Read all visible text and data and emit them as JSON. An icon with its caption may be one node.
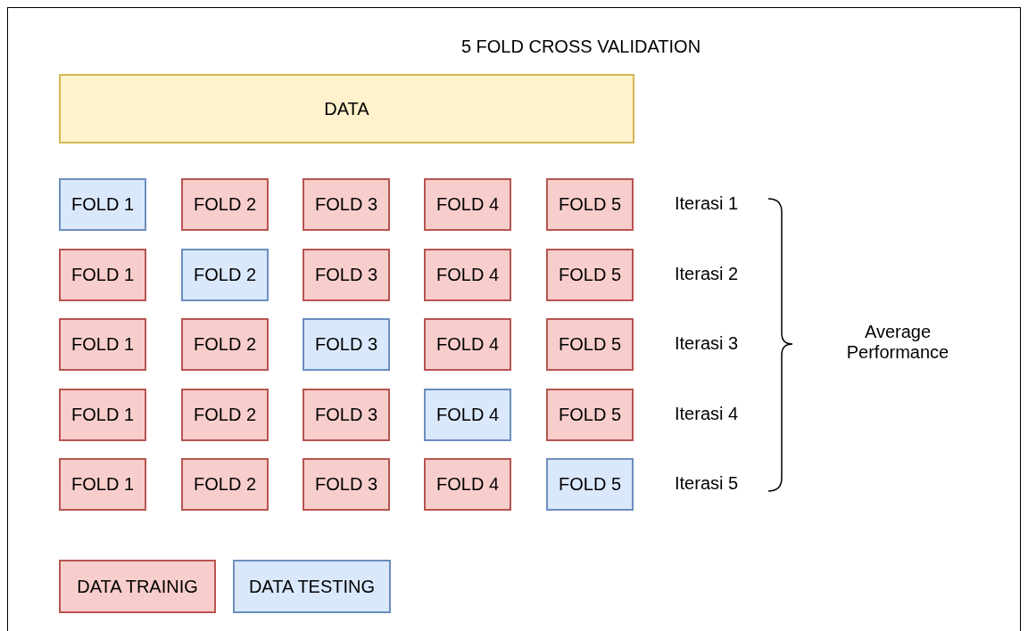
{
  "diagram": {
    "title": "5 FOLD CROSS VALIDATION",
    "nodes": [
      {
        "text": [
          "DATA"
        ]
      },
      {
        "text": [
          "FOLD 1"
        ]
      },
      {
        "text": [
          "FOLD 2"
        ]
      },
      {
        "text": [
          "FOLD 3"
        ]
      },
      {
        "text": [
          "FOLD 4"
        ]
      },
      {
        "text": [
          "FOLD 5"
        ]
      },
      {
        "text": [
          "FOLD 1"
        ]
      },
      {
        "text": [
          "FOLD 2"
        ]
      },
      {
        "text": [
          "FOLD 3"
        ]
      },
      {
        "text": [
          "FOLD 4"
        ]
      },
      {
        "text": [
          "FOLD 5"
        ]
      },
      {
        "text": [
          "FOLD 1"
        ]
      },
      {
        "text": [
          "FOLD 2"
        ]
      },
      {
        "text": [
          "FOLD 3"
        ]
      },
      {
        "text": [
          "FOLD 4"
        ]
      },
      {
        "text": [
          "FOLD 5"
        ]
      },
      {
        "text": [
          "FOLD 1"
        ]
      },
      {
        "text": [
          "FOLD 2"
        ]
      },
      {
        "text": [
          "FOLD 3"
        ]
      },
      {
        "text": [
          "FOLD 4"
        ]
      },
      {
        "text": [
          "FOLD 5"
        ]
      },
      {
        "text": [
          "FOLD 1"
        ]
      },
      {
        "text": [
          "FOLD 2"
        ]
      },
      {
        "text": [
          "FOLD 3"
        ]
      },
      {
        "text": [
          "FOLD 4"
        ]
      },
      {
        "text": [
          "FOLD 5"
        ]
      }
    ],
    "edges": [],
    "labels": [
      "Iterasi 1",
      "Iterasi 2",
      "Iterasi 3",
      "Iterasi 4",
      "Iterasi 5",
      "Average Performance"
    ],
    "legend": [
      {
        "text": "DATA TRAINIG",
        "color": "#f8cecc"
      },
      {
        "text": "DATA TESTING",
        "color": "#dae8fc"
      }
    ]
  }
}
